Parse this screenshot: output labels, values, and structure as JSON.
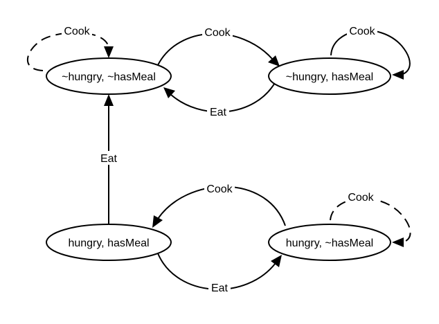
{
  "states": [
    {
      "id": "s1",
      "label": "~hungry, ~hasMeal"
    },
    {
      "id": "s2",
      "label": "~hungry, hasMeal"
    },
    {
      "id": "s3",
      "label": "hungry, hasMeal"
    },
    {
      "id": "s4",
      "label": "hungry, ~hasMeal"
    }
  ],
  "transitions": [
    {
      "id": "t1",
      "from": "s1",
      "to": "s1",
      "label": "Cook",
      "style": "dashed"
    },
    {
      "id": "t2",
      "from": "s1",
      "to": "s2",
      "label": "Cook",
      "style": "solid"
    },
    {
      "id": "t3",
      "from": "s2",
      "to": "s2",
      "label": "Cook",
      "style": "solid"
    },
    {
      "id": "t4",
      "from": "s2",
      "to": "s1",
      "label": "Eat",
      "style": "solid"
    },
    {
      "id": "t5",
      "from": "s3",
      "to": "s1",
      "label": "Eat",
      "style": "solid"
    },
    {
      "id": "t6",
      "from": "s4",
      "to": "s3",
      "label": "Cook",
      "style": "solid"
    },
    {
      "id": "t7",
      "from": "s3",
      "to": "s4",
      "label": "Eat",
      "style": "solid"
    },
    {
      "id": "t8",
      "from": "s4",
      "to": "s4",
      "label": "Cook",
      "style": "dashed"
    }
  ]
}
